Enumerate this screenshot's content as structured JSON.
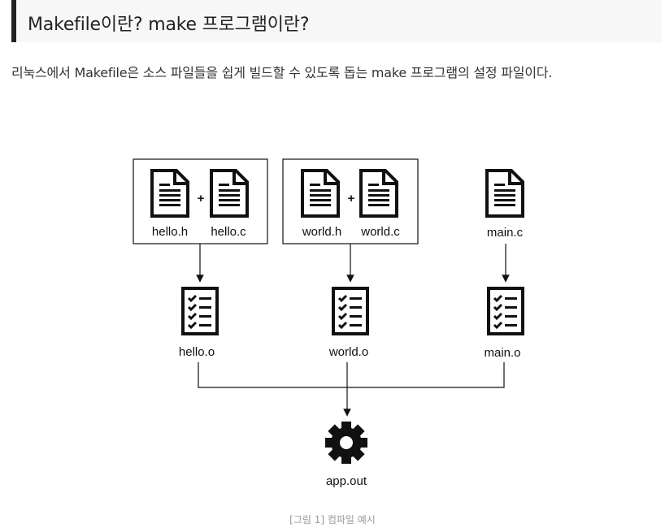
{
  "heading": {
    "title": "Makefile이란? make 프로그램이란?"
  },
  "intro": {
    "text": "리눅스에서 Makefile은 소스 파일들을 쉽게 빌드할 수 있도록 돕는 make 프로그램의 설정 파일이다."
  },
  "diagram": {
    "plus_sign": "+",
    "sources": {
      "hello_h": "hello.h",
      "hello_c": "hello.c",
      "world_h": "world.h",
      "world_c": "world.c",
      "main_c": "main.c"
    },
    "objects": {
      "hello_o": "hello.o",
      "world_o": "world.o",
      "main_o": "main.o"
    },
    "output": "app.out"
  },
  "caption": {
    "text": "[그림 1] 컴파일 예시"
  },
  "colors": {
    "accent_bar": "#222222",
    "heading_bg": "#f7f7f7",
    "caption": "#999999"
  },
  "icons": [
    "document-icon",
    "checklist-icon",
    "gear-icon"
  ]
}
